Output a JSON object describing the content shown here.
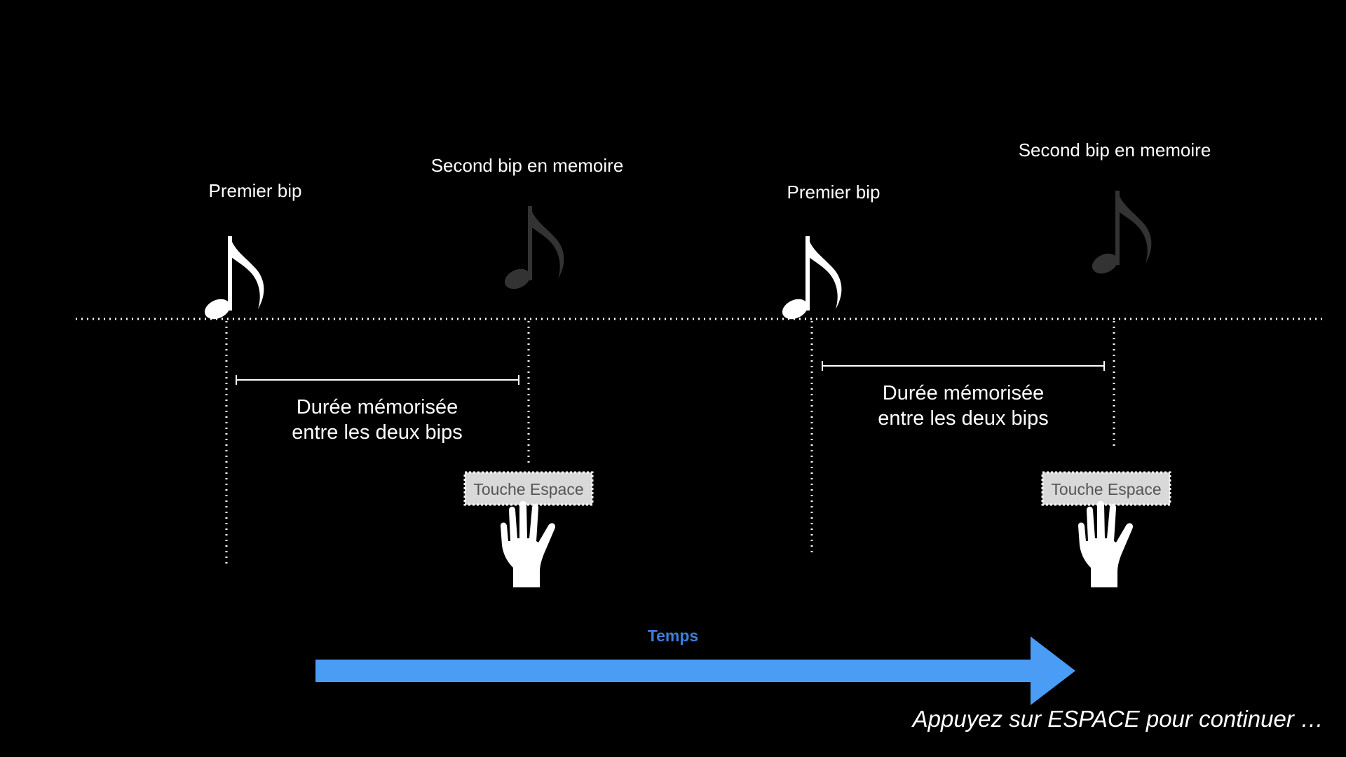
{
  "colors": {
    "background": "#000000",
    "foreground": "#ffffff",
    "faded_note": "#333333",
    "time_arrow": "#4a9cf5",
    "time_label": "#3b7fd8",
    "key_fill": "#d9d9d9",
    "key_text": "#555555"
  },
  "trials": [
    {
      "first_label": "Premier bip",
      "second_label": "Second bip en memoire",
      "duration_line1": "Durée mémorisée",
      "duration_line2": "entre les deux bips",
      "key_label": "Touche Espace",
      "first_note_icon": "music-note-icon",
      "second_note_icon": "faded-music-note-icon",
      "hand_icon": "hand-icon"
    },
    {
      "first_label": "Premier bip",
      "second_label": "Second bip en memoire",
      "duration_line1": "Durée mémorisée",
      "duration_line2": "entre les deux bips",
      "key_label": "Touche Espace",
      "first_note_icon": "music-note-icon",
      "second_note_icon": "faded-music-note-icon",
      "hand_icon": "hand-icon"
    }
  ],
  "time_label": "Temps",
  "continue_prompt": "Appuyez sur ESPACE pour continuer …"
}
